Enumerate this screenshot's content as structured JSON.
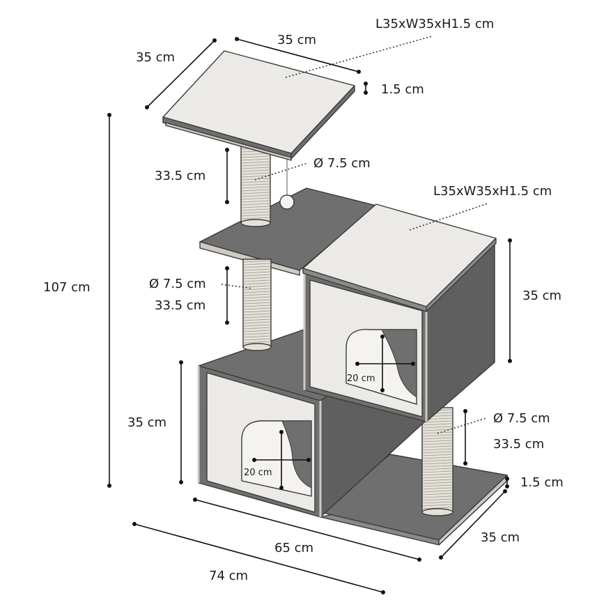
{
  "labels": {
    "top_depth": "35 cm",
    "top_width": "35 cm",
    "top_platform_spec": "L35xW35xH1.5 cm",
    "top_thickness": "1.5 cm",
    "upper_post_height": "33.5 cm",
    "upper_post_diameter": "Ø 7.5 cm",
    "cube_top_spec": "L35xW35xH1.5 cm",
    "total_height": "107 cm",
    "middle_post_diameter": "Ø 7.5 cm",
    "middle_post_height": "33.5 cm",
    "upper_cube_height": "35 cm",
    "upper_hole": "20 cm",
    "lower_cube_height": "35 cm",
    "lower_hole": "20 cm",
    "lower_post_diameter": "Ø 7.5 cm",
    "lower_post_height": "33.5 cm",
    "base_thickness": "1.5 cm",
    "base_depth": "35 cm",
    "inner_width": "65 cm",
    "total_width": "74 cm"
  },
  "colors": {
    "panel": "#6f6f6f",
    "panel_edge": "#cfcac2",
    "cushion": "#eceae6",
    "sisal": "#e6e2da",
    "line": "#111111"
  }
}
